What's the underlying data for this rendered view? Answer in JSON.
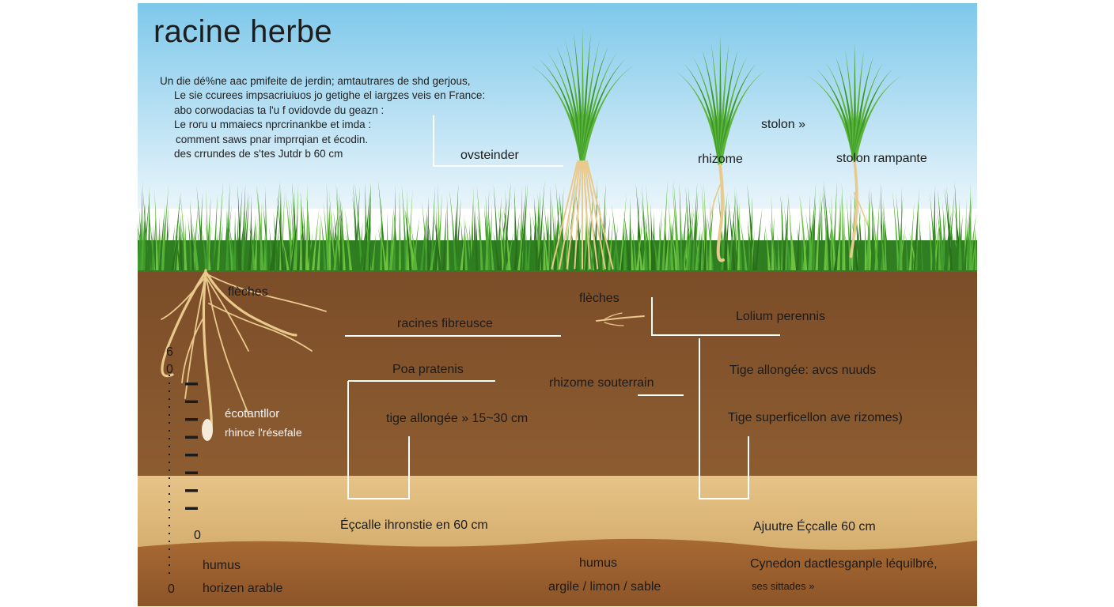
{
  "title": "racine herbe",
  "intro_lines": [
    "Un die dé%ne aac pmifeite de jerdin;  amtautrares de shd gerjous,",
    "Le sie ccurees impsacriuiuos jo getighe el iargzes veis en France:",
    "abo corwodacias ta l'u f ovidovde du geazn :",
    "Le roru u mmaiecs nprcrinankbe et imda :",
    "comment saws pnar imprrqian et écodin.",
    "des crrundes de s'tes Jutdr b 60 cm"
  ],
  "sky_labels": {
    "ovsteinder": "ovsteinder",
    "stolon": "stolon »",
    "rhizome": "rhizome",
    "stolon_rampante": "stolon rampante"
  },
  "soil_labels": {
    "fleches_left": "flèches",
    "fleches_mid": "flèches",
    "racines_fibreuses": "racines fibreusce",
    "lolium": "Lolium perennis",
    "poa": "Poa pratenis",
    "rhizome_souterrain": "rhizome souterrain",
    "tige_allongee_nuuds": "Tige allongée: avcs nuuds",
    "ecotantllor": "écotantllor",
    "rhince_lateral": "rhince l'résefale",
    "tige_allongee_cm": "tige allongée » 15~30 cm",
    "tige_superficielle": "Tige superficellon ave rizomes)"
  },
  "sand_labels": {
    "echelle_left": "Éçcalle ihronstie en 60 cm",
    "echelle_right": "Ajuutre Éçcalle 60 cm"
  },
  "bottom_labels": {
    "humus_left": "humus",
    "horizon": "horizen arable",
    "humus_mid": "humus",
    "argile": "argile / limon / sable",
    "cynodon": "Cynedon dactlesganple léquilbré,",
    "ses": "ses sittades »"
  },
  "scale": {
    "top_a": "6",
    "top_b": "0",
    "mid": "0",
    "bottom": "0"
  },
  "colors": {
    "sky_top": "#7ec8ea",
    "sky_bottom": "#e8f4fb",
    "grass": "#3f9b2c",
    "topsoil": "#8a5a30",
    "sand": "#ddb878",
    "subsoil": "#9b6030",
    "root": "#e9c98c"
  }
}
